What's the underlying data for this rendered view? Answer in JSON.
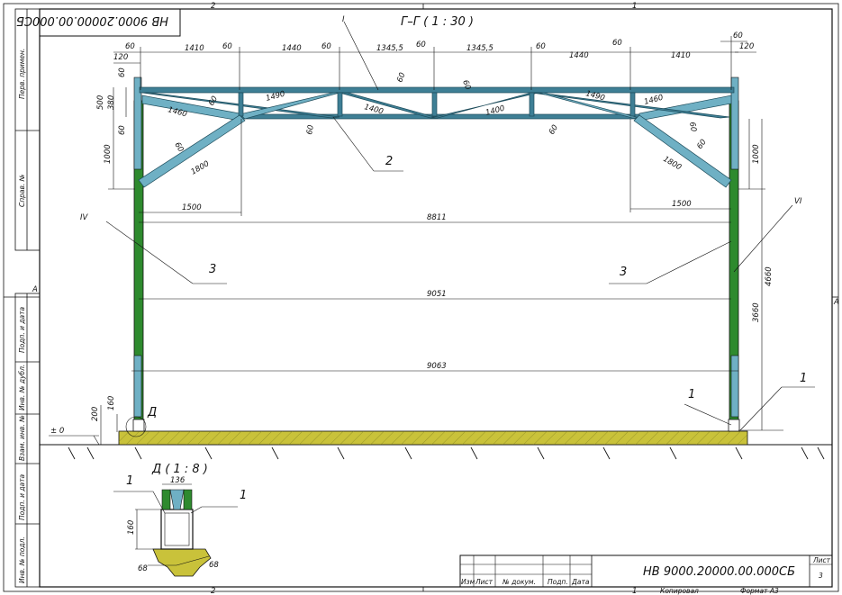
{
  "sheet": {
    "zones_top": [
      "2",
      "1"
    ],
    "zones_bottom": [
      "2",
      "1"
    ],
    "zone_side_left": "A",
    "zone_side_right": "A",
    "stamp_topleft": "НВ 9000.20000.00.000СБ",
    "side_labels": [
      "Перв. примен.",
      "Справ. №",
      "Подп. и дата",
      "Инв. № дубл.",
      "Взам. инв. №",
      "Подп. и дата",
      "Инв. № подл."
    ]
  },
  "view": {
    "section_title": "Г–Г ( 1 : 30 )",
    "detail_title": "Д ( 1 : 8 )",
    "detail_marker": "Д",
    "level_mark": "± 0"
  },
  "callouts": {
    "roman_I": "I",
    "roman_IV": "IV",
    "roman_VI": "VI",
    "pos_1": "1",
    "pos_2": "2",
    "pos_3": "3"
  },
  "dims": {
    "d60": "60",
    "d120": "120",
    "d1410": "1410",
    "d1440": "1440",
    "d1345": "1345,5",
    "d500": "500",
    "d380": "380",
    "d1000": "1000",
    "d1460": "1460",
    "d1490": "1490",
    "d1400": "1400",
    "d1800": "1800",
    "d1500": "1500",
    "d8811": "8811",
    "d9051": "9051",
    "d9063": "9063",
    "d4660": "4660",
    "d3660": "3660",
    "d200": "200",
    "d160": "160",
    "d136": "136",
    "d68": "68"
  },
  "title_block": {
    "designation": "НВ 9000.20000.00.000СБ",
    "sheet_label": "Лист",
    "sheet_number": "3",
    "columns": [
      "Изм",
      "Лист",
      "№ докум.",
      "Подп.",
      "Дата"
    ],
    "copied": "Копировал",
    "format": "Формат А3"
  },
  "colors": {
    "truss": "#3e7f95",
    "truss_light": "#6fb0c4",
    "column": "#2e8a2e",
    "foundation": "#c9c23a",
    "line": "#111111"
  }
}
